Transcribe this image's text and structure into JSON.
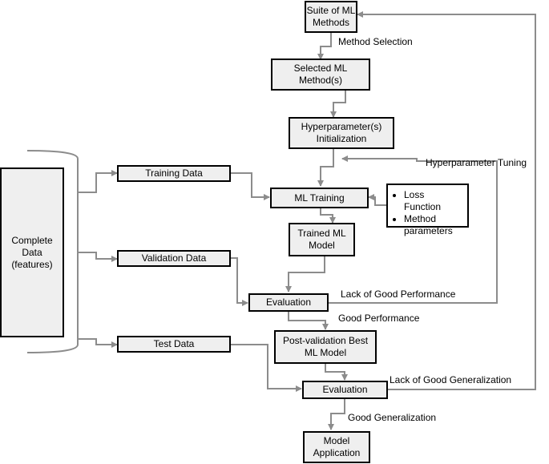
{
  "nodes": {
    "suite": {
      "line1": "Suite of ML",
      "line2": "Methods"
    },
    "selected": {
      "line1": "Selected ML",
      "line2": "Method(s)"
    },
    "hyper": {
      "line1": "Hyperparameter(s)",
      "line2": "Initialization"
    },
    "complete": {
      "line1": "Complete",
      "line2": "Data",
      "line3": "(features)"
    },
    "training_data": {
      "label": "Training Data"
    },
    "validation_data": {
      "label": "Validation Data"
    },
    "test_data": {
      "label": "Test Data"
    },
    "ml_training": {
      "label": "ML Training"
    },
    "trained": {
      "line1": "Trained ML",
      "line2": "Model"
    },
    "evaluation1": {
      "label": "Evaluation"
    },
    "post": {
      "line1": "Post-validation Best",
      "line2": "ML Model"
    },
    "evaluation2": {
      "label": "Evaluation"
    },
    "application": {
      "line1": "Model",
      "line2": "Application"
    }
  },
  "notes": {
    "items": [
      "Loss Function",
      "Method parameters"
    ]
  },
  "edge_labels": {
    "method_selection": "Method Selection",
    "hyperparameter_tuning": "Hyperparameter Tuning",
    "lack_performance": "Lack of Good Performance",
    "good_performance": "Good Performance",
    "lack_generalization": "Lack of Good Generalization",
    "good_generalization": "Good Generalization"
  },
  "colors": {
    "box_fill": "#efefef",
    "border": "#000000",
    "arrow": "#8c8c8c"
  }
}
